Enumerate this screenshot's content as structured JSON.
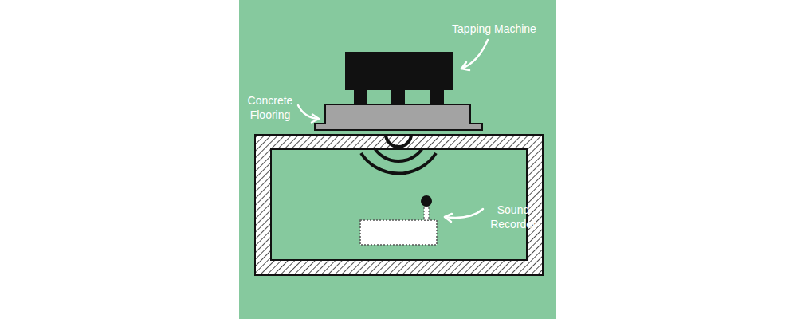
{
  "diagram": {
    "labels": [
      "Tapping Machine",
      "Concrete Flooring",
      "Sound Recorder"
    ]
  }
}
